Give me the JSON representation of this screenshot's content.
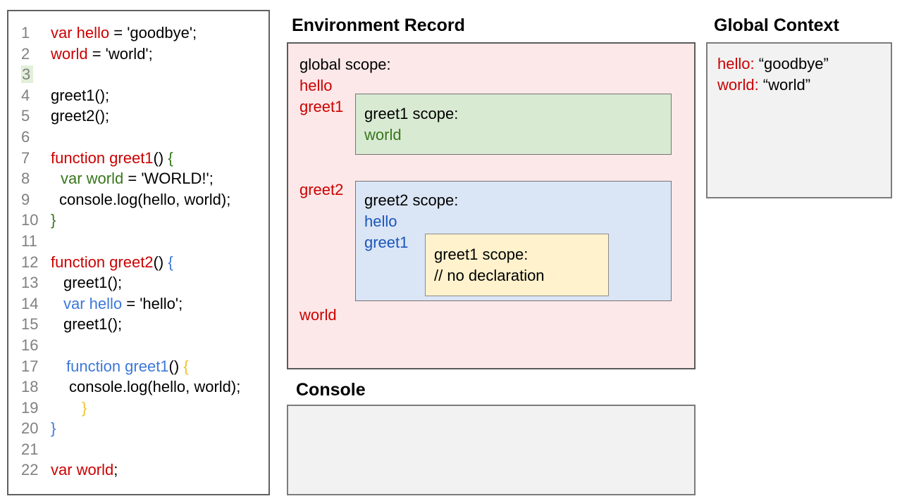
{
  "colors": {
    "red": "#cc0000",
    "green": "#38761d",
    "code_blue": "#3c78d8",
    "diagram_blue": "#1a56bb",
    "gold": "#f1c232",
    "line_number": "#808080",
    "pink_bg": "#fce8e8",
    "green_bg": "#d9ead3",
    "blue_bg": "#dae5f5",
    "yellow_bg": "#fff2cc",
    "panel_bg": "#f2f2f2",
    "highlight_green": "#e2efda"
  },
  "code_panel": {
    "lines": [
      {
        "n": "1",
        "indent": 0,
        "hl": false,
        "seg": [
          [
            "red",
            "var hello"
          ],
          [
            "k",
            " = 'goodbye';"
          ]
        ]
      },
      {
        "n": "2",
        "indent": 0,
        "hl": false,
        "seg": [
          [
            "red",
            "world"
          ],
          [
            "k",
            " = 'world';"
          ]
        ]
      },
      {
        "n": "3",
        "indent": 0,
        "hl": true,
        "seg": []
      },
      {
        "n": "4",
        "indent": 0,
        "hl": false,
        "seg": [
          [
            "k",
            "greet1();"
          ]
        ]
      },
      {
        "n": "5",
        "indent": 0,
        "hl": false,
        "seg": [
          [
            "k",
            "greet2();"
          ]
        ]
      },
      {
        "n": "6",
        "indent": 0,
        "hl": false,
        "seg": []
      },
      {
        "n": "7",
        "indent": 0,
        "hl": false,
        "seg": [
          [
            "red",
            "function greet1"
          ],
          [
            "k",
            "() "
          ],
          [
            "green",
            "{"
          ]
        ]
      },
      {
        "n": "8",
        "indent": 14,
        "hl": false,
        "seg": [
          [
            "green",
            "var world"
          ],
          [
            "k",
            " = 'WORLD!';"
          ]
        ]
      },
      {
        "n": "9",
        "indent": 12,
        "hl": false,
        "seg": [
          [
            "k",
            "console.log(hello, world);"
          ]
        ]
      },
      {
        "n": "10",
        "indent": 0,
        "hl": false,
        "seg": [
          [
            "green",
            "}"
          ]
        ]
      },
      {
        "n": "11",
        "indent": 0,
        "hl": false,
        "seg": []
      },
      {
        "n": "12",
        "indent": 0,
        "hl": false,
        "seg": [
          [
            "red",
            "function greet2"
          ],
          [
            "k",
            "() "
          ],
          [
            "blue",
            "{"
          ]
        ]
      },
      {
        "n": "13",
        "indent": 18,
        "hl": false,
        "seg": [
          [
            "k",
            "greet1();"
          ]
        ]
      },
      {
        "n": "14",
        "indent": 18,
        "hl": false,
        "seg": [
          [
            "blue",
            "var hello"
          ],
          [
            "k",
            " = 'hello';"
          ]
        ]
      },
      {
        "n": "15",
        "indent": 18,
        "hl": false,
        "seg": [
          [
            "k",
            "greet1();"
          ]
        ]
      },
      {
        "n": "16",
        "indent": 0,
        "hl": false,
        "seg": []
      },
      {
        "n": "17",
        "indent": 22,
        "hl": false,
        "seg": [
          [
            "blue",
            "function greet1"
          ],
          [
            "k",
            "() "
          ],
          [
            "gold",
            "{"
          ]
        ]
      },
      {
        "n": "18",
        "indent": 26,
        "hl": false,
        "seg": [
          [
            "k",
            "console.log(hello, world);"
          ]
        ]
      },
      {
        "n": "19",
        "indent": 44,
        "hl": false,
        "seg": [
          [
            "gold",
            "}"
          ]
        ]
      },
      {
        "n": "20",
        "indent": 0,
        "hl": false,
        "seg": [
          [
            "blue",
            "}"
          ]
        ]
      },
      {
        "n": "21",
        "indent": 0,
        "hl": false,
        "seg": []
      },
      {
        "n": "22",
        "indent": 0,
        "hl": false,
        "seg": [
          [
            "red",
            "var world"
          ],
          [
            "k",
            ";"
          ]
        ]
      }
    ]
  },
  "environment_record": {
    "title": "Environment Record",
    "global_scope_label": "global scope:",
    "globals_red": [
      "hello",
      "greet1"
    ],
    "greet2_label": "greet2",
    "world_label": "world",
    "greet1_box": {
      "label": "greet1 scope:",
      "var0": "world"
    },
    "greet2_box": {
      "label": "greet2 scope:",
      "var0": "hello",
      "var1": "greet1"
    },
    "inner_greet1_box": {
      "label": "greet1 scope:",
      "comment": "// no declaration"
    }
  },
  "global_context": {
    "title": "Global Context",
    "entries": [
      {
        "name": "hello:",
        "value": " “goodbye”"
      },
      {
        "name": "world:",
        "value": " “world”"
      }
    ]
  },
  "console": {
    "title": "Console",
    "content": ""
  }
}
